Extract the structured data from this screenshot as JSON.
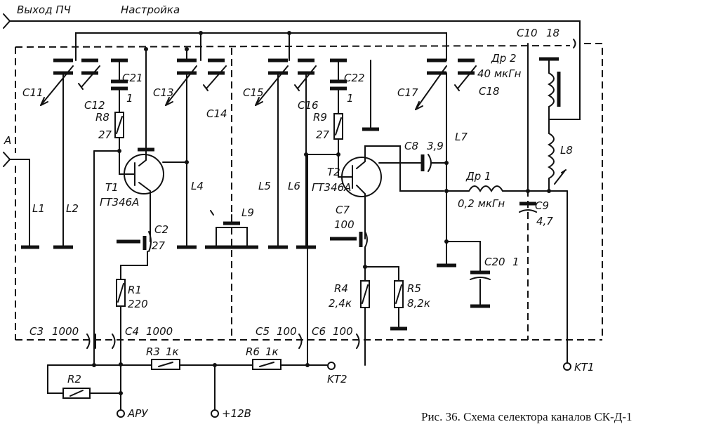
{
  "caption": "Рис. 36. Схема селектора каналов СК-Д-1",
  "inputs": {
    "if_output": "Выход ПЧ",
    "tuning": "Настройка",
    "antenna": "A"
  },
  "terminals": {
    "kt1": "KT1",
    "kt2": "KT2",
    "agc": "АРУ",
    "supply": "+12В"
  },
  "transistors": {
    "t1": {
      "ref": "T1",
      "type": "ГТ346А"
    },
    "t2": {
      "ref": "T2",
      "type": "ГТ346А"
    }
  },
  "resistors": {
    "r1": {
      "ref": "R1",
      "value": "220"
    },
    "r2": {
      "ref": "R2"
    },
    "r3": {
      "ref": "R3",
      "value": "1к"
    },
    "r4": {
      "ref": "R4",
      "value": "2,4к"
    },
    "r5": {
      "ref": "R5",
      "value": "8,2к"
    },
    "r6": {
      "ref": "R6",
      "value": "1к"
    },
    "r8": {
      "ref": "R8",
      "value": "27"
    },
    "r9": {
      "ref": "R9",
      "value": "27"
    }
  },
  "capacitors": {
    "c2": {
      "ref": "C2",
      "value": "27"
    },
    "c3": {
      "ref": "C3",
      "value": "1000"
    },
    "c4": {
      "ref": "C4",
      "value": "1000"
    },
    "c5": {
      "ref": "C5",
      "value": "100"
    },
    "c6": {
      "ref": "C6",
      "value": "100"
    },
    "c7": {
      "ref": "C7",
      "value": "100"
    },
    "c8": {
      "ref": "C8",
      "value": "3,9"
    },
    "c9": {
      "ref": "C9",
      "value": "4,7"
    },
    "c10": {
      "ref": "C10",
      "value": "18"
    },
    "c11": {
      "ref": "C11"
    },
    "c12": {
      "ref": "C12"
    },
    "c13": {
      "ref": "C13"
    },
    "c14": {
      "ref": "C14"
    },
    "c15": {
      "ref": "C15"
    },
    "c16": {
      "ref": "C16"
    },
    "c17": {
      "ref": "C17"
    },
    "c18": {
      "ref": "C18"
    },
    "c20": {
      "ref": "C20",
      "value": "1"
    },
    "c21": {
      "ref": "C21",
      "value": "1"
    },
    "c22": {
      "ref": "C22",
      "value": "1"
    }
  },
  "inductors": {
    "l1": "L1",
    "l2": "L2",
    "l4": "L4",
    "l5": "L5",
    "l6": "L6",
    "l7": "L7",
    "l8": "L8",
    "l9": "L9"
  },
  "chokes": {
    "dr1": {
      "ref": "Др 1",
      "value": "0,2 мкГн"
    },
    "dr2": {
      "ref": "Др 2",
      "value": "40 мкГн"
    }
  }
}
